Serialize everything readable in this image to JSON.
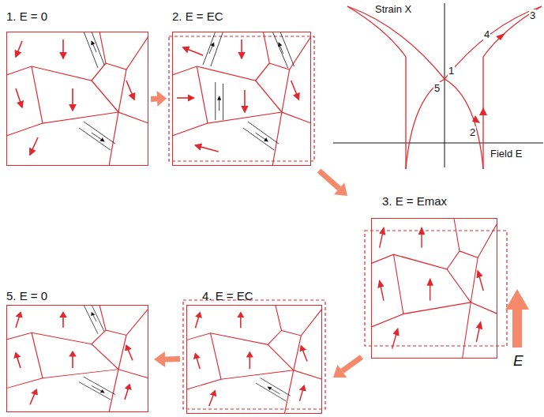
{
  "diagram": {
    "nodes": [
      {
        "text": [
          "1. E = 0"
        ]
      },
      {
        "text": [
          "2. E = EC"
        ]
      },
      {
        "text": [
          "3. E = Emax"
        ]
      },
      {
        "text": [
          "4. E = EC"
        ]
      },
      {
        "text": [
          "5. E = 0"
        ]
      }
    ],
    "edges": [
      {
        "from": 0,
        "to": 1,
        "arrow": "to"
      },
      {
        "from": 1,
        "to": 2,
        "arrow": "to"
      },
      {
        "from": 2,
        "to": 3,
        "arrow": "to"
      },
      {
        "from": 3,
        "to": 4,
        "arrow": "to"
      }
    ],
    "labels": [
      "Strain X",
      "Field E",
      "1",
      "2",
      "3",
      "4",
      "5",
      "E"
    ]
  }
}
